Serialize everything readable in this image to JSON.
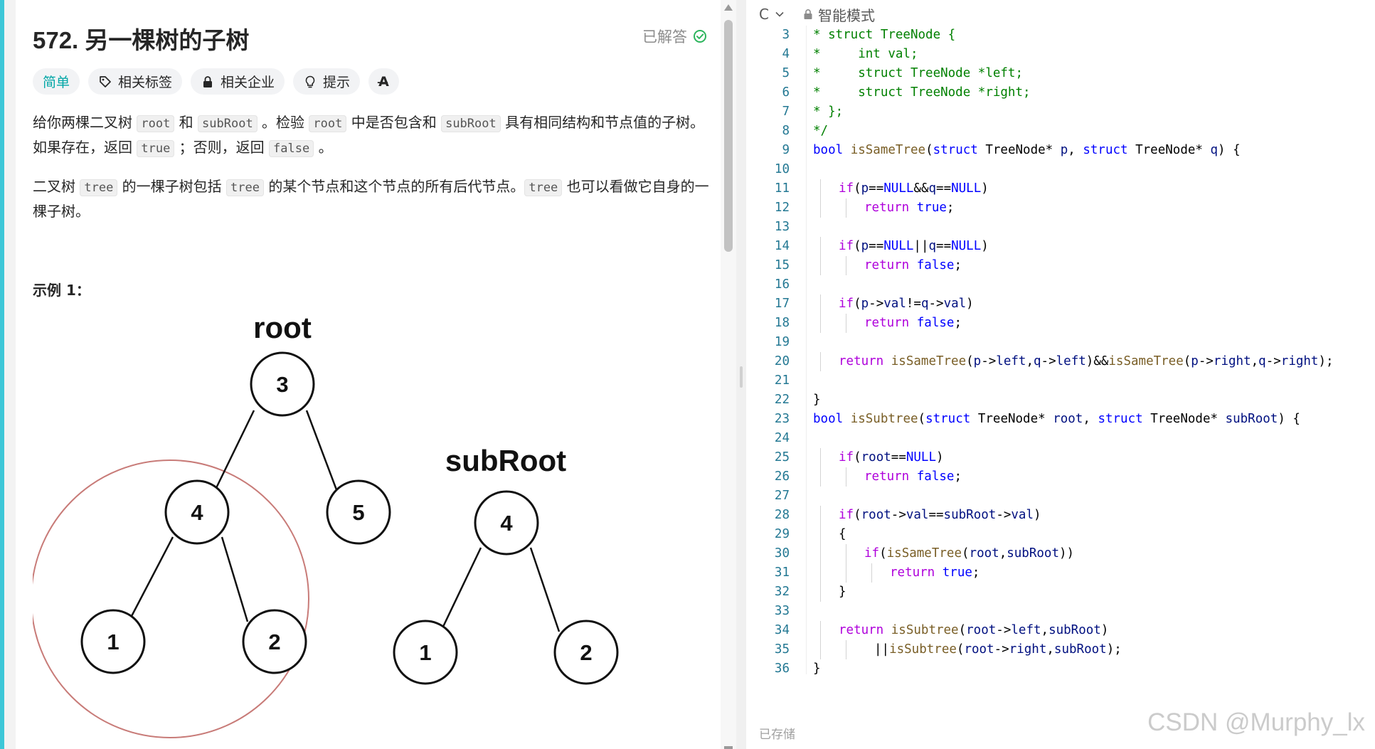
{
  "problem": {
    "title": "572. 另一棵树的子树",
    "status": "已解答",
    "tags": [
      {
        "label": "简单",
        "icon": ""
      },
      {
        "label": "相关标签",
        "icon": "tag-icon"
      },
      {
        "label": "相关企业",
        "icon": "lock-icon"
      },
      {
        "label": "提示",
        "icon": "lightbulb-icon"
      },
      {
        "label": "A̶",
        "icon": "translate-icon"
      }
    ],
    "para1": {
      "t1": "给你两棵二叉树 ",
      "c1": "root",
      "t2": " 和 ",
      "c2": "subRoot",
      "t3": " 。检验 ",
      "c3": "root",
      "t4": " 中是否包含和 ",
      "c4": "subRoot",
      "t5": " 具有相同结构和节点值的子树。如果存在，返回 ",
      "c5": "true",
      "t6": " ；否则，返回 ",
      "c6": "false",
      "t7": " 。"
    },
    "para2": {
      "t1": "二叉树 ",
      "c1": "tree",
      "t2": " 的一棵子树包括 ",
      "c2": "tree",
      "t3": " 的某个节点和这个节点的所有后代节点。",
      "c3": "tree",
      "t4": " 也可以看做它自身的一棵子树。"
    },
    "example_heading": "示例 1："
  },
  "figure": {
    "root_label": "root",
    "subroot_label": "subRoot",
    "root_nodes": [
      "3",
      "4",
      "5",
      "1",
      "2"
    ],
    "subroot_nodes": [
      "4",
      "1",
      "2"
    ],
    "highlight_color": "#c87b78"
  },
  "editor": {
    "language": "C",
    "mode": "智能模式",
    "status": "已存储",
    "lines": [
      {
        "n": "3",
        "indent": 0,
        "toks": [
          [
            "cmt",
            "* struct TreeNode {"
          ]
        ]
      },
      {
        "n": "4",
        "indent": 0,
        "toks": [
          [
            "cmt",
            "*     int val;"
          ]
        ]
      },
      {
        "n": "5",
        "indent": 0,
        "toks": [
          [
            "cmt",
            "*     struct TreeNode *left;"
          ]
        ]
      },
      {
        "n": "6",
        "indent": 0,
        "toks": [
          [
            "cmt",
            "*     struct TreeNode *right;"
          ]
        ]
      },
      {
        "n": "7",
        "indent": 0,
        "toks": [
          [
            "cmt",
            "* };"
          ]
        ]
      },
      {
        "n": "8",
        "indent": 0,
        "toks": [
          [
            "cmt",
            "*/"
          ]
        ]
      },
      {
        "n": "9",
        "indent": 0,
        "toks": [
          [
            "kw",
            "bool"
          ],
          [
            "",
            " "
          ],
          [
            "fn",
            "isSameTree"
          ],
          [
            "",
            "("
          ],
          [
            "kw",
            "struct"
          ],
          [
            "",
            " TreeNode* "
          ],
          [
            "var",
            "p"
          ],
          [
            "",
            ", "
          ],
          [
            "kw",
            "struct"
          ],
          [
            "",
            " TreeNode* "
          ],
          [
            "var",
            "q"
          ],
          [
            "",
            ") {"
          ]
        ]
      },
      {
        "n": "10",
        "indent": 0,
        "toks": []
      },
      {
        "n": "11",
        "indent": 1,
        "toks": [
          [
            "ctl",
            "if"
          ],
          [
            "",
            "("
          ],
          [
            "var",
            "p"
          ],
          [
            "",
            "=="
          ],
          [
            "kw",
            "NULL"
          ],
          [
            "",
            "&&"
          ],
          [
            "var",
            "q"
          ],
          [
            "",
            "=="
          ],
          [
            "kw",
            "NULL"
          ],
          [
            "",
            ")"
          ]
        ]
      },
      {
        "n": "12",
        "indent": 2,
        "toks": [
          [
            "ctl",
            "return"
          ],
          [
            "",
            " "
          ],
          [
            "kw",
            "true"
          ],
          [
            "",
            ";"
          ]
        ]
      },
      {
        "n": "13",
        "indent": 0,
        "toks": []
      },
      {
        "n": "14",
        "indent": 1,
        "toks": [
          [
            "ctl",
            "if"
          ],
          [
            "",
            "("
          ],
          [
            "var",
            "p"
          ],
          [
            "",
            "=="
          ],
          [
            "kw",
            "NULL"
          ],
          [
            "",
            "||"
          ],
          [
            "var",
            "q"
          ],
          [
            "",
            "=="
          ],
          [
            "kw",
            "NULL"
          ],
          [
            "",
            ")"
          ]
        ]
      },
      {
        "n": "15",
        "indent": 2,
        "toks": [
          [
            "ctl",
            "return"
          ],
          [
            "",
            " "
          ],
          [
            "kw",
            "false"
          ],
          [
            "",
            ";"
          ]
        ]
      },
      {
        "n": "16",
        "indent": 0,
        "toks": []
      },
      {
        "n": "17",
        "indent": 1,
        "toks": [
          [
            "ctl",
            "if"
          ],
          [
            "",
            "("
          ],
          [
            "var",
            "p"
          ],
          [
            "",
            "->"
          ],
          [
            "var",
            "val"
          ],
          [
            "",
            "!="
          ],
          [
            "var",
            "q"
          ],
          [
            "",
            "->"
          ],
          [
            "var",
            "val"
          ],
          [
            "",
            ")"
          ]
        ]
      },
      {
        "n": "18",
        "indent": 2,
        "toks": [
          [
            "ctl",
            "return"
          ],
          [
            "",
            " "
          ],
          [
            "kw",
            "false"
          ],
          [
            "",
            ";"
          ]
        ]
      },
      {
        "n": "19",
        "indent": 0,
        "toks": []
      },
      {
        "n": "20",
        "indent": 1,
        "toks": [
          [
            "ctl",
            "return"
          ],
          [
            "",
            " "
          ],
          [
            "fn",
            "isSameTree"
          ],
          [
            "",
            "("
          ],
          [
            "var",
            "p"
          ],
          [
            "",
            "->"
          ],
          [
            "var",
            "left"
          ],
          [
            "",
            ","
          ],
          [
            "var",
            "q"
          ],
          [
            "",
            "->"
          ],
          [
            "var",
            "left"
          ],
          [
            "",
            ")&&"
          ],
          [
            "fn",
            "isSameTree"
          ],
          [
            "",
            "("
          ],
          [
            "var",
            "p"
          ],
          [
            "",
            "->"
          ],
          [
            "var",
            "right"
          ],
          [
            "",
            ","
          ],
          [
            "var",
            "q"
          ],
          [
            "",
            "->"
          ],
          [
            "var",
            "right"
          ],
          [
            "",
            ");"
          ]
        ]
      },
      {
        "n": "21",
        "indent": 0,
        "toks": []
      },
      {
        "n": "22",
        "indent": 0,
        "toks": [
          [
            "",
            "}"
          ]
        ]
      },
      {
        "n": "23",
        "indent": 0,
        "toks": [
          [
            "kw",
            "bool"
          ],
          [
            "",
            " "
          ],
          [
            "fn",
            "isSubtree"
          ],
          [
            "",
            "("
          ],
          [
            "kw",
            "struct"
          ],
          [
            "",
            " TreeNode* "
          ],
          [
            "var",
            "root"
          ],
          [
            "",
            ", "
          ],
          [
            "kw",
            "struct"
          ],
          [
            "",
            " TreeNode* "
          ],
          [
            "var",
            "subRoot"
          ],
          [
            "",
            ") {"
          ]
        ]
      },
      {
        "n": "24",
        "indent": 0,
        "toks": []
      },
      {
        "n": "25",
        "indent": 1,
        "toks": [
          [
            "ctl",
            "if"
          ],
          [
            "",
            "("
          ],
          [
            "var",
            "root"
          ],
          [
            "",
            "=="
          ],
          [
            "kw",
            "NULL"
          ],
          [
            "",
            ")"
          ]
        ]
      },
      {
        "n": "26",
        "indent": 2,
        "toks": [
          [
            "ctl",
            "return"
          ],
          [
            "",
            " "
          ],
          [
            "kw",
            "false"
          ],
          [
            "",
            ";"
          ]
        ]
      },
      {
        "n": "27",
        "indent": 0,
        "toks": []
      },
      {
        "n": "28",
        "indent": 1,
        "toks": [
          [
            "ctl",
            "if"
          ],
          [
            "",
            "("
          ],
          [
            "var",
            "root"
          ],
          [
            "",
            "->"
          ],
          [
            "var",
            "val"
          ],
          [
            "",
            "=="
          ],
          [
            "var",
            "subRoot"
          ],
          [
            "",
            "->"
          ],
          [
            "var",
            "val"
          ],
          [
            "",
            ")"
          ]
        ]
      },
      {
        "n": "29",
        "indent": 1,
        "toks": [
          [
            "",
            "{"
          ]
        ]
      },
      {
        "n": "30",
        "indent": 2,
        "toks": [
          [
            "ctl",
            "if"
          ],
          [
            "",
            "("
          ],
          [
            "fn",
            "isSameTree"
          ],
          [
            "",
            "("
          ],
          [
            "var",
            "root"
          ],
          [
            "",
            ","
          ],
          [
            "var",
            "subRoot"
          ],
          [
            "",
            "))"
          ]
        ]
      },
      {
        "n": "31",
        "indent": 3,
        "toks": [
          [
            "ctl",
            "return"
          ],
          [
            "",
            " "
          ],
          [
            "kw",
            "true"
          ],
          [
            "",
            ";"
          ]
        ]
      },
      {
        "n": "32",
        "indent": 1,
        "toks": [
          [
            "",
            "}"
          ]
        ]
      },
      {
        "n": "33",
        "indent": 0,
        "toks": []
      },
      {
        "n": "34",
        "indent": 1,
        "toks": [
          [
            "ctl",
            "return"
          ],
          [
            "",
            " "
          ],
          [
            "fn",
            "isSubtree"
          ],
          [
            "",
            "("
          ],
          [
            "var",
            "root"
          ],
          [
            "",
            "->"
          ],
          [
            "var",
            "left"
          ],
          [
            "",
            ","
          ],
          [
            "var",
            "subRoot"
          ],
          [
            "",
            ")"
          ]
        ]
      },
      {
        "n": "35",
        "indent": 2,
        "extra": 14,
        "toks": [
          [
            "",
            "||"
          ],
          [
            "fn",
            "isSubtree"
          ],
          [
            "",
            "("
          ],
          [
            "var",
            "root"
          ],
          [
            "",
            "->"
          ],
          [
            "var",
            "right"
          ],
          [
            "",
            ","
          ],
          [
            "var",
            "subRoot"
          ],
          [
            "",
            ");"
          ]
        ]
      },
      {
        "n": "36",
        "indent": 0,
        "toks": [
          [
            "",
            "}"
          ]
        ]
      }
    ]
  },
  "watermark": "CSDN @Murphy_lx"
}
